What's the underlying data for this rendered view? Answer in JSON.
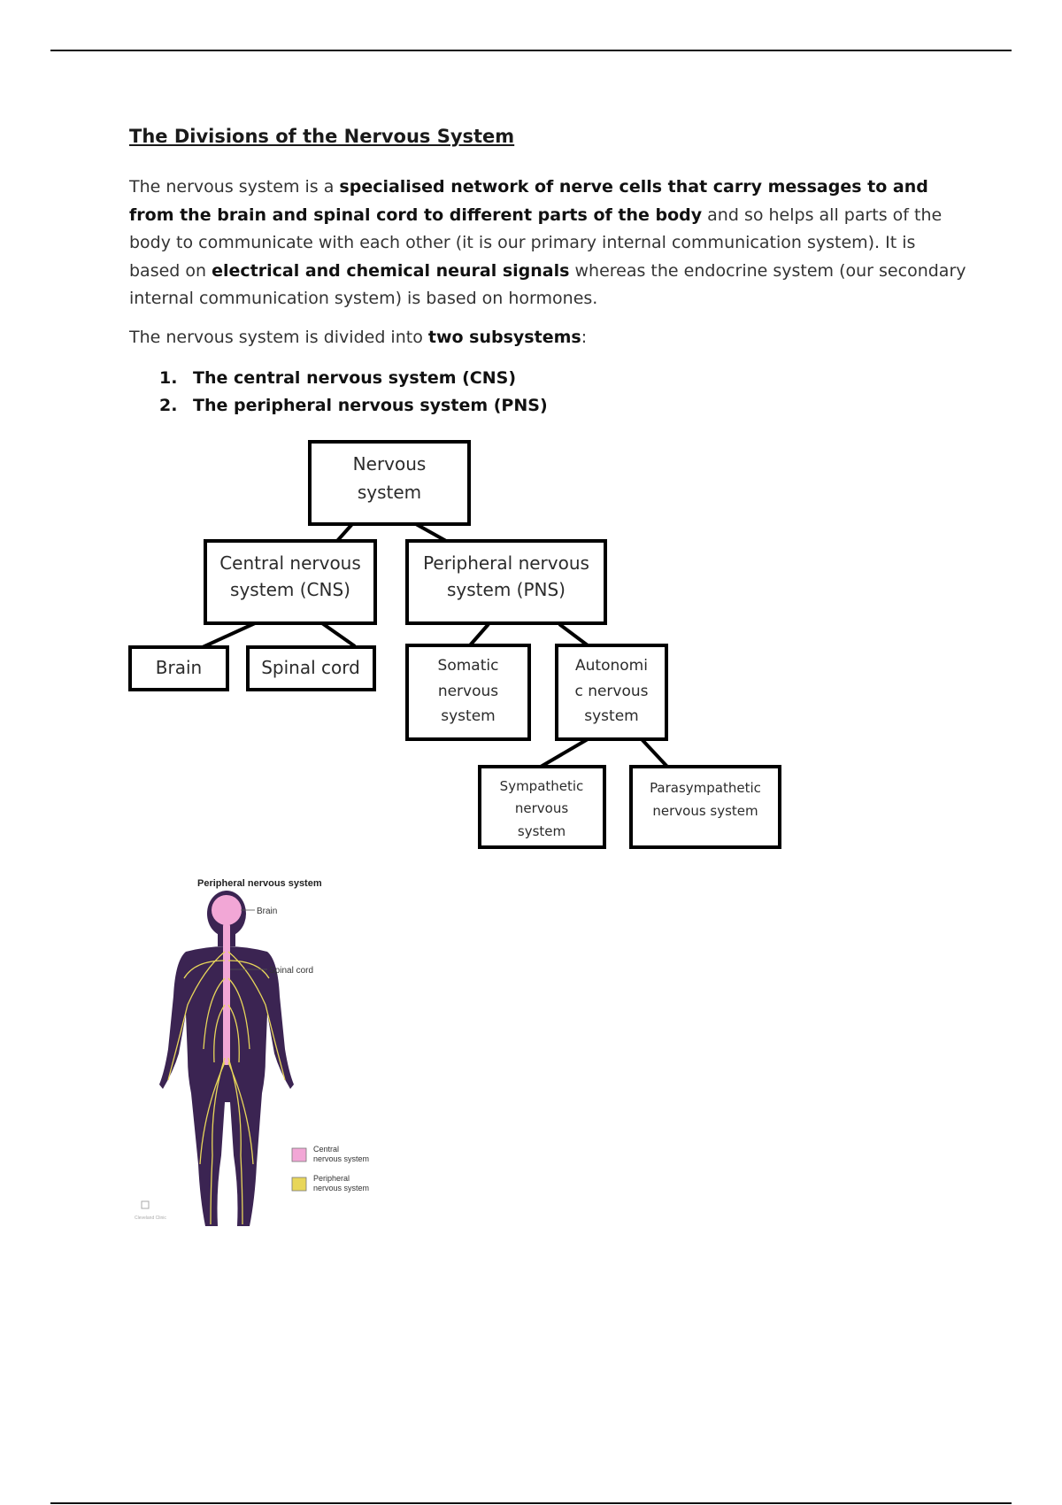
{
  "document": {
    "title": "The Divisions of the Nervous System",
    "para1": [
      {
        "t": "The nervous system is a ",
        "b": false
      },
      {
        "t": "specialised network of nerve cells that carry messages to and from the brain and spinal cord to different parts of the body",
        "b": true
      },
      {
        "t": " and so helps all parts of the body to communicate with each other (it is our primary internal communication system). It is based on ",
        "b": false
      },
      {
        "t": "electrical and chemical neural signals",
        "b": true
      },
      {
        "t": " whereas the endocrine system (our secondary internal communication system) is based on hormones.",
        "b": false
      }
    ],
    "para2_prefix": "The nervous system is divided into ",
    "para2_bold": "two subsystems",
    "para2_suffix": ":",
    "list": [
      {
        "num": "1.",
        "label": "The central nervous system (CNS)"
      },
      {
        "num": "2.",
        "label": "The peripheral nervous system (PNS)"
      }
    ]
  },
  "diagram": {
    "nervous_system": [
      "Nervous",
      "system"
    ],
    "cns": [
      "Central nervous",
      "system (CNS)"
    ],
    "pns": [
      "Peripheral nervous",
      "system (PNS)"
    ],
    "brain": [
      "Brain"
    ],
    "spinal_cord": [
      "Spinal cord"
    ],
    "somatic": [
      "Somatic",
      "nervous",
      "system"
    ],
    "autonomic": [
      "Autonomi",
      "c nervous",
      "system"
    ],
    "sympathetic": [
      "Sympathetic",
      "nervous",
      "system"
    ],
    "parasympathetic": [
      "Parasympathetic",
      "nervous system"
    ]
  },
  "illustration": {
    "title": "Peripheral nervous system",
    "label_brain": "Brain",
    "label_spinal": "Spinal cord",
    "legend_central": [
      "Central",
      "nervous system"
    ],
    "legend_peripheral": [
      "Peripheral",
      "nervous system"
    ],
    "watermark": "Cleveland Clinic",
    "colors": {
      "body": "#3b2452",
      "cns": "#f2a7d6",
      "pns": "#e8d65a"
    }
  }
}
